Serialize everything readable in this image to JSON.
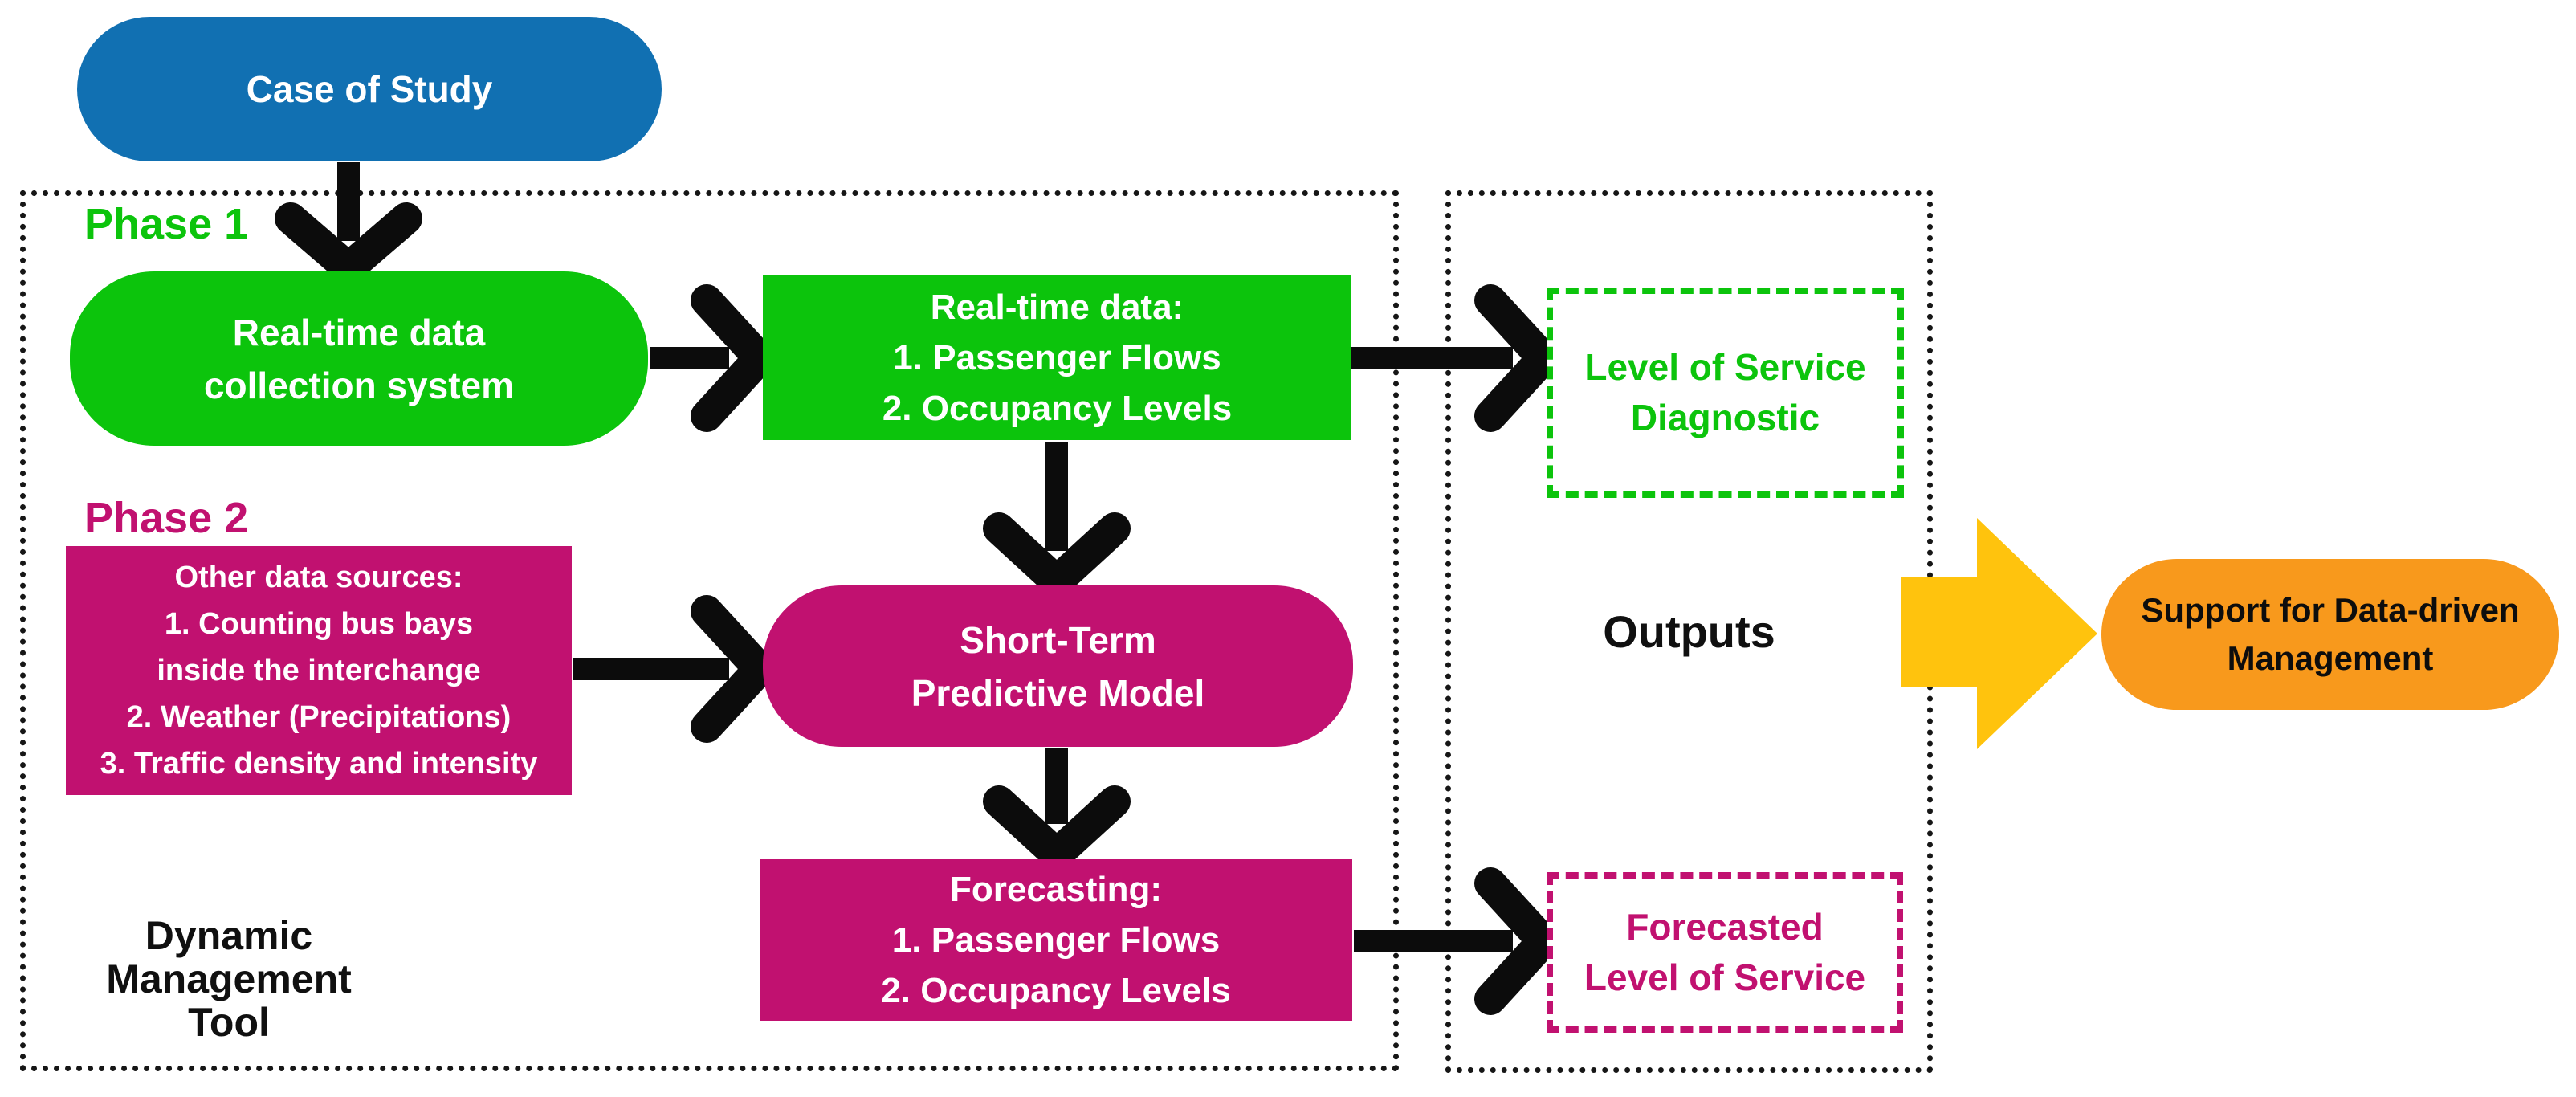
{
  "colors": {
    "blue": "#1170B2",
    "green": "#0CC40C",
    "magenta": "#C11170",
    "yellow": "#FFC30D",
    "orange": "#F8991C",
    "arrow_black": "#0c0c0c",
    "container_border": "#161616"
  },
  "nodes": {
    "case_of_study": {
      "label": "Case of Study"
    },
    "phase1": {
      "label": "Phase 1"
    },
    "realtime_collection": {
      "label": "Real-time data\ncollection system"
    },
    "realtime_data": {
      "label": "Real-time data:\n1. Passenger Flows\n2. Occupancy Levels"
    },
    "phase2": {
      "label": "Phase 2"
    },
    "other_sources": {
      "label": "Other data sources:\n1. Counting bus bays\ninside the interchange\n2. Weather (Precipitations)\n3. Traffic density and intensity"
    },
    "predictive_model": {
      "label": "Short-Term\nPredictive Model"
    },
    "forecasting": {
      "label": "Forecasting:\n1. Passenger Flows\n2. Occupancy Levels"
    },
    "dynamic_tool": {
      "label": "Dynamic\nManagement\nTool"
    },
    "los_diagnostic": {
      "label": "Level of Service\nDiagnostic"
    },
    "outputs": {
      "label": "Outputs"
    },
    "forecasted_los": {
      "label": "Forecasted\nLevel of Service"
    },
    "support": {
      "label": "Support for Data-driven\nManagement"
    }
  }
}
